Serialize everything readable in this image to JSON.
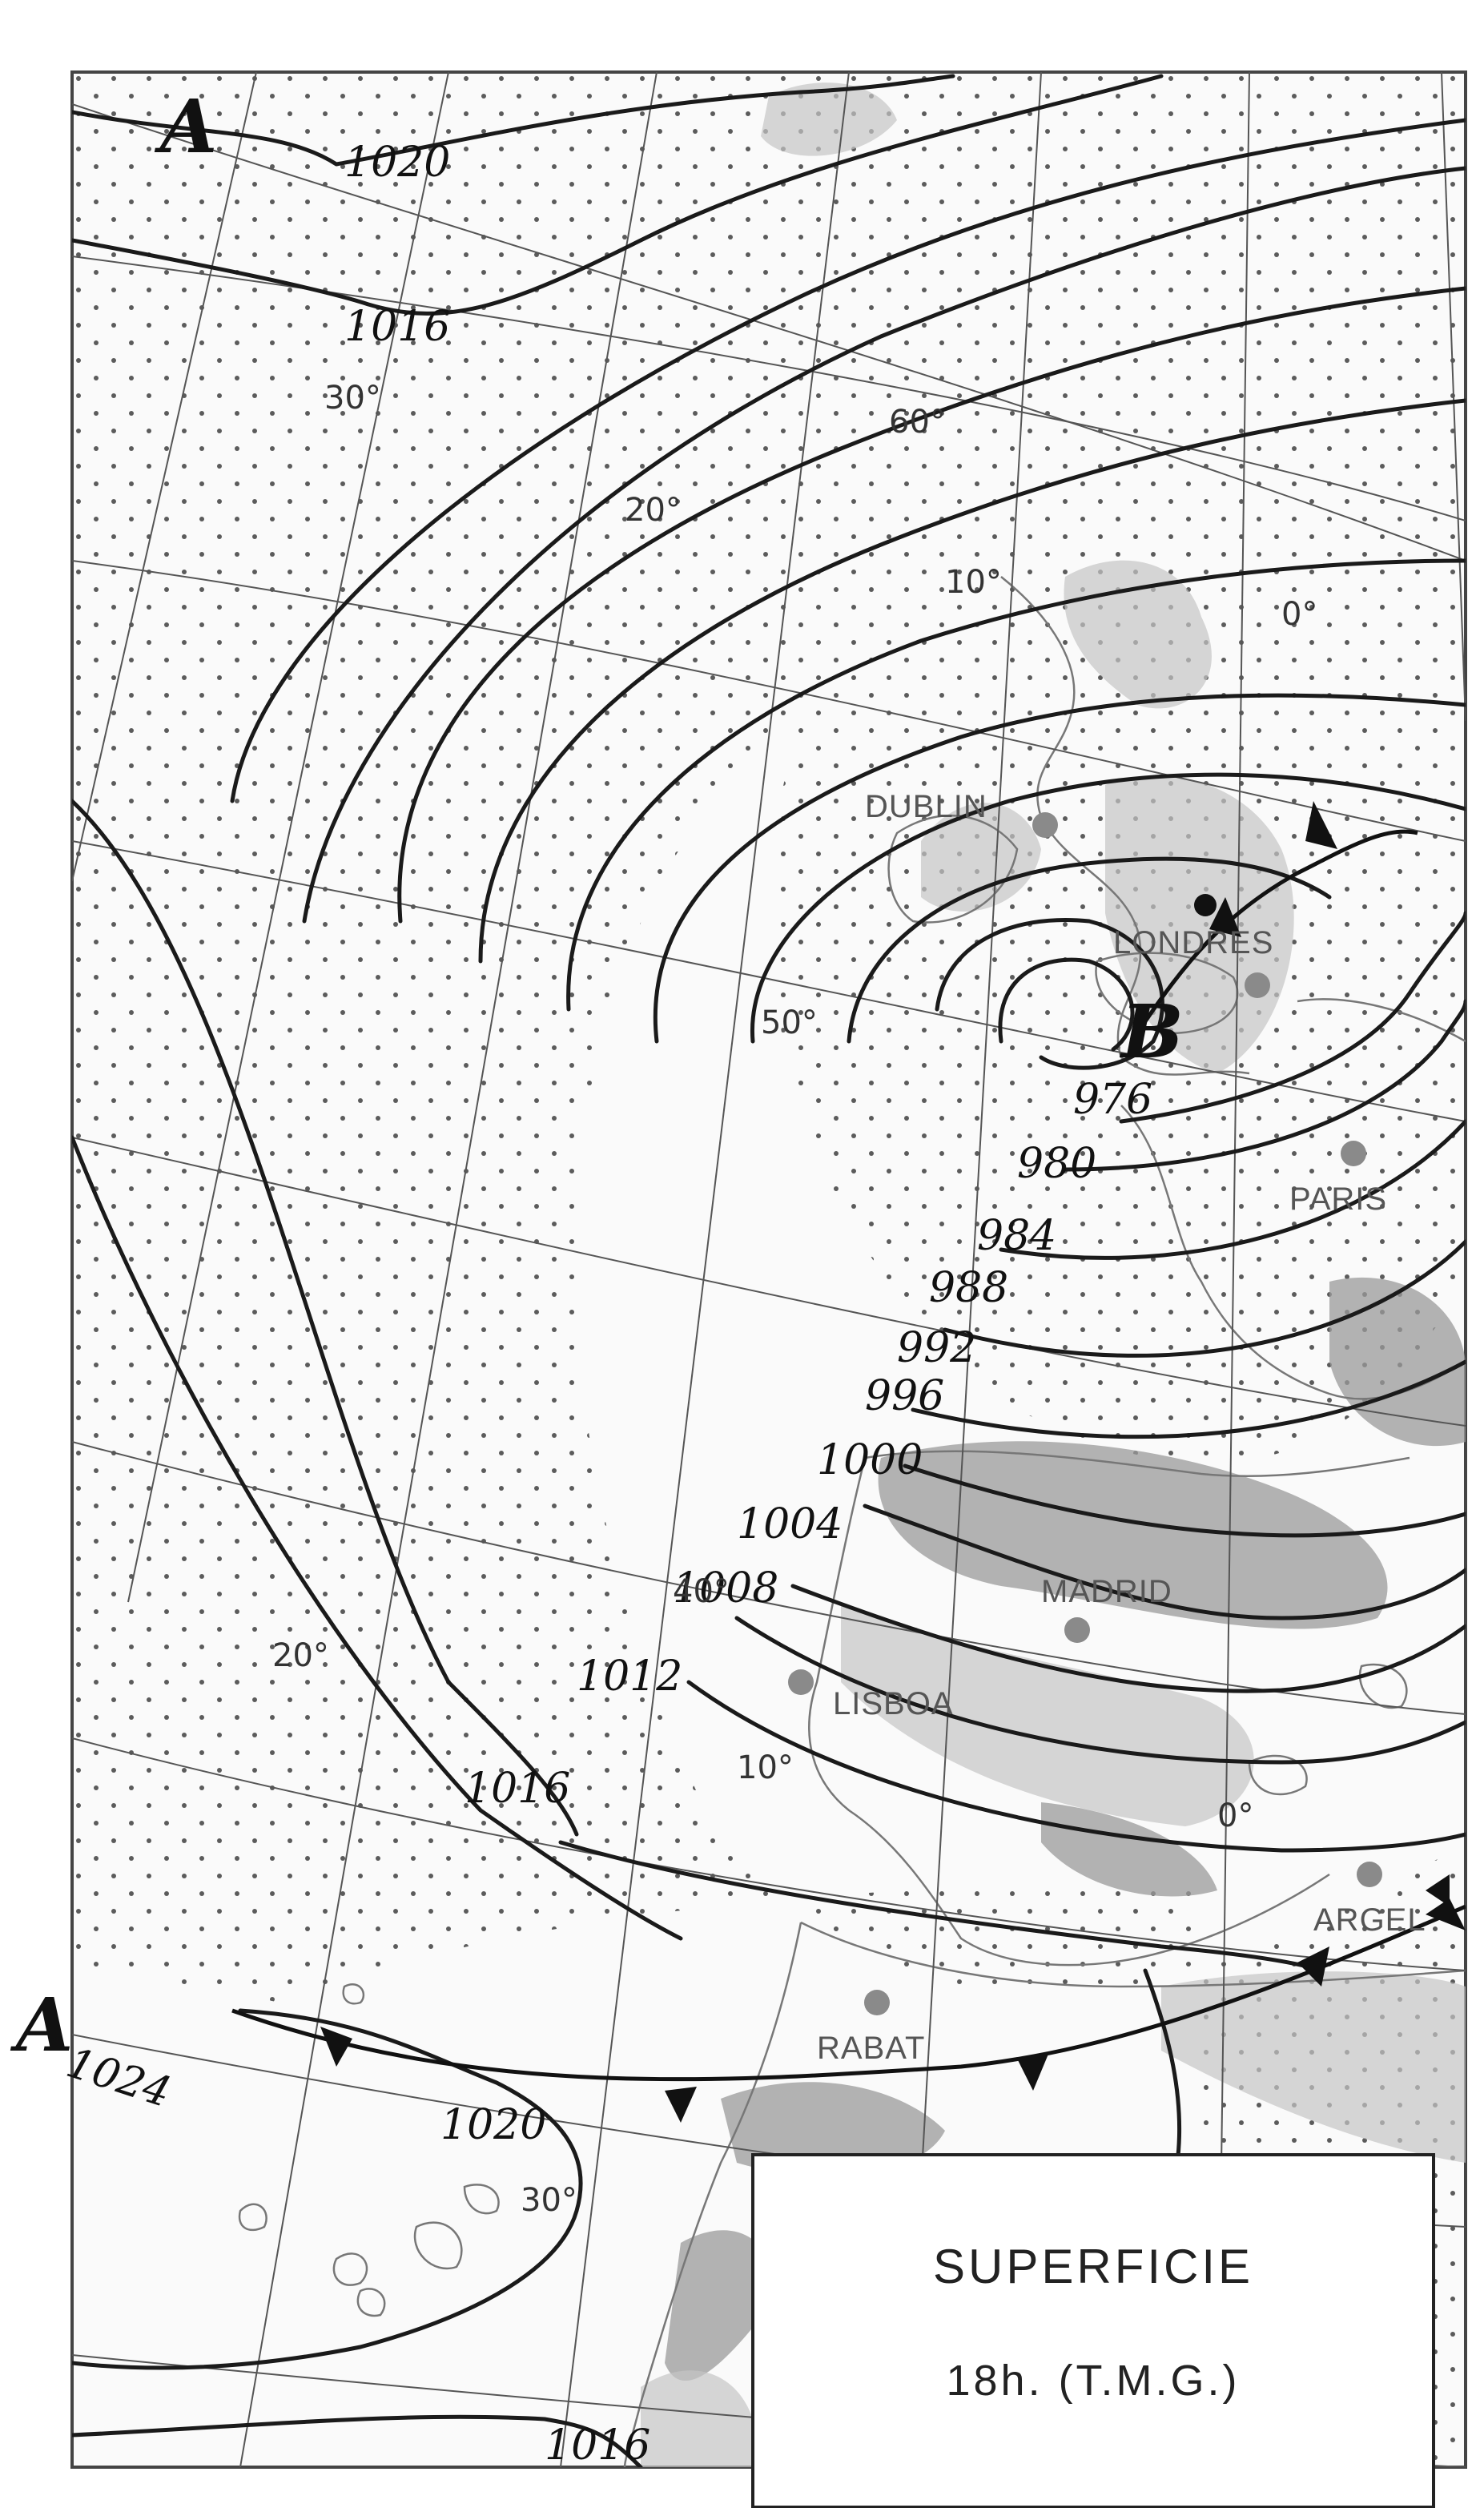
{
  "map": {
    "title": "SUPERFICIE",
    "subtitle": "18h. (T.M.G.)",
    "isobars": [
      "1020",
      "1016",
      "976",
      "980",
      "984",
      "988",
      "992",
      "996",
      "1000",
      "1004",
      "1008",
      "1012",
      "1016",
      "1020",
      "1016",
      "1024"
    ],
    "pressure_centers": [
      {
        "letter": "A",
        "type": "high"
      },
      {
        "letter": "B",
        "type": "low"
      },
      {
        "letter": "A",
        "type": "high"
      }
    ],
    "cities": [
      "DUBLIN",
      "LONDRES",
      "PARIS",
      "MADRID",
      "LISBOA",
      "ARGEL",
      "RABAT"
    ],
    "graticule_labels": [
      "30°",
      "60°",
      "20°",
      "10°",
      "0°",
      "50°",
      "40°",
      "20°",
      "10°",
      "0°",
      "30°"
    ],
    "colors": {
      "ink": "#111111",
      "relief": "#9a9a9a",
      "frame": "#555555"
    }
  }
}
